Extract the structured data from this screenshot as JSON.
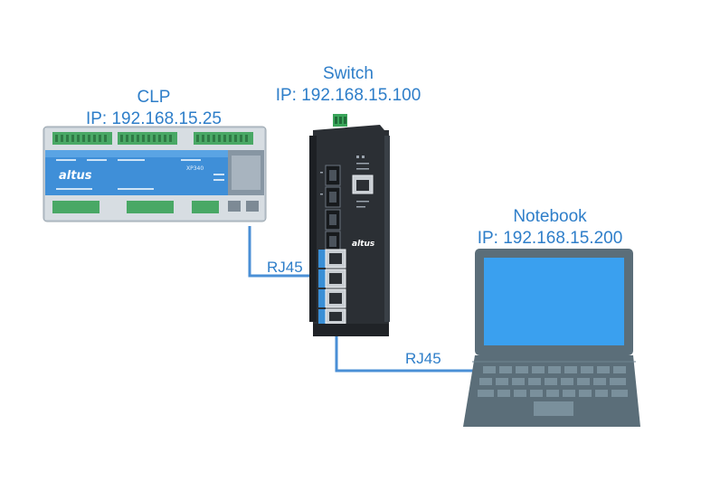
{
  "devices": {
    "clp": {
      "name": "CLP",
      "ip": "IP: 192.168.15.25",
      "brand": "altus",
      "model": "XP340"
    },
    "switch": {
      "name": "Switch",
      "ip": "IP: 192.168.15.100",
      "brand": "altus"
    },
    "notebook": {
      "name": "Notebook",
      "ip": "IP: 192.168.15.200"
    }
  },
  "links": {
    "clp_switch": "RJ45",
    "switch_notebook": "RJ45"
  },
  "colors": {
    "label": "#2e7ec9",
    "cable": "#4a8fd6",
    "plc_body": "#3f8fd8",
    "plc_frame": "#b9c3cc",
    "switch_body": "#2b2f34",
    "laptop_frame": "#5b6e79",
    "laptop_screen": "#3aa0ef"
  }
}
